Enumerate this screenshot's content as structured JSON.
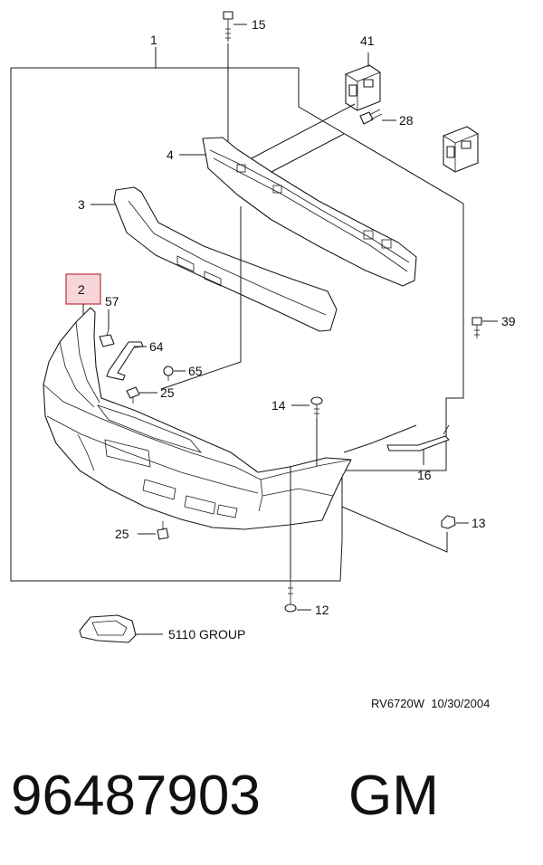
{
  "callouts": {
    "c1": "1",
    "c2": "2",
    "c3": "3",
    "c4": "4",
    "c12": "12",
    "c13": "13",
    "c14": "14",
    "c15": "15",
    "c16": "16",
    "c25a": "25",
    "c25b": "25",
    "c28": "28",
    "c39": "39",
    "c41": "41",
    "c57": "57",
    "c64": "64",
    "c65": "65",
    "group": "5110 GROUP"
  },
  "highlighted_callout": "2",
  "drawing_reference": "RV6720W  10/30/2004",
  "part_number": "96487903",
  "brand": "GM",
  "colors": {
    "highlight_fill": "#f6d6d9",
    "highlight_stroke": "#c0303a",
    "line": "#1a1a1a"
  }
}
